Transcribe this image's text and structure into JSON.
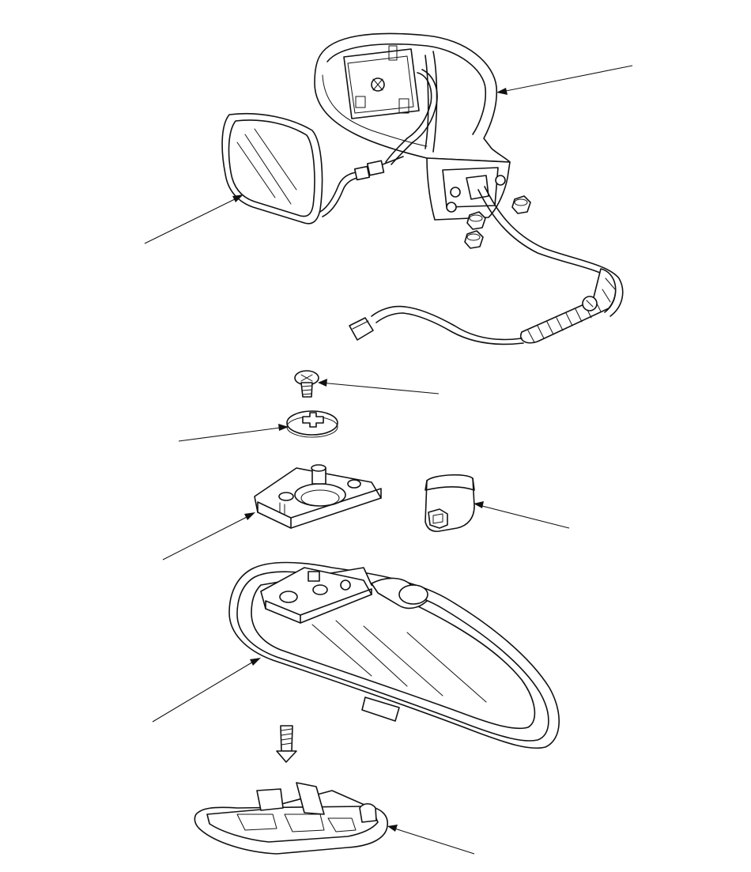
{
  "diagram": {
    "type": "exploded-parts-illustration",
    "background": "#ffffff",
    "line_color": "#111111",
    "parts": [
      {
        "name": "door-mirror-housing"
      },
      {
        "name": "door-mirror-glass"
      },
      {
        "name": "mounting-nuts"
      },
      {
        "name": "mirror-harness-connector"
      },
      {
        "name": "mounting-screw"
      },
      {
        "name": "mounting-washer"
      },
      {
        "name": "rearview-mirror-base"
      },
      {
        "name": "base-cover"
      },
      {
        "name": "rearview-mirror"
      },
      {
        "name": "mirror-screw"
      },
      {
        "name": "rearview-mirror-lower-cover"
      }
    ]
  }
}
